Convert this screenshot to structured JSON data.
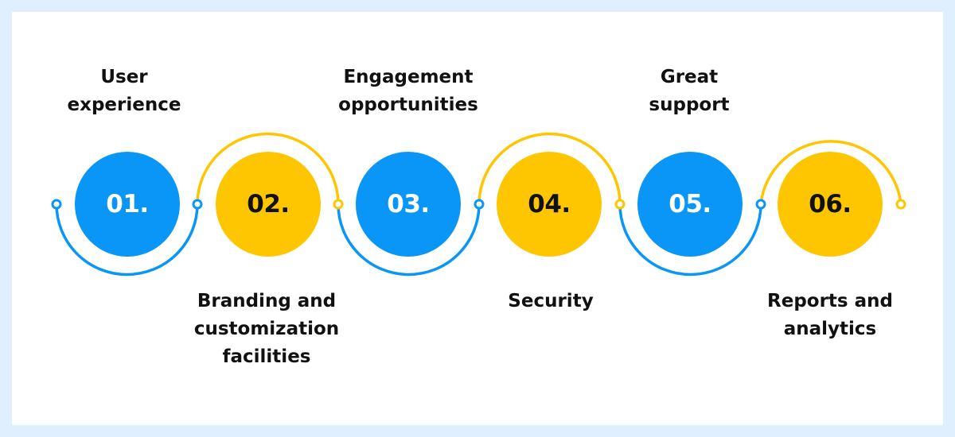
{
  "colors": {
    "background": "#dfeffd",
    "panel": "#ffffff",
    "blue": "#0a96f6",
    "yellow": "#fec600",
    "text": "#111111"
  },
  "steps": [
    {
      "number": "01.",
      "label": "User\nexperience",
      "color": "blue",
      "label_position": "top"
    },
    {
      "number": "02.",
      "label": "Branding and\ncustomization\nfacilities",
      "color": "yellow",
      "label_position": "bottom"
    },
    {
      "number": "03.",
      "label": "Engagement\nopportunities",
      "color": "blue",
      "label_position": "top"
    },
    {
      "number": "04.",
      "label": "Security",
      "color": "yellow",
      "label_position": "bottom"
    },
    {
      "number": "05.",
      "label": "Great\nsupport",
      "color": "blue",
      "label_position": "top"
    },
    {
      "number": "06.",
      "label": "Reports and\nanalytics",
      "color": "yellow",
      "label_position": "bottom"
    }
  ]
}
